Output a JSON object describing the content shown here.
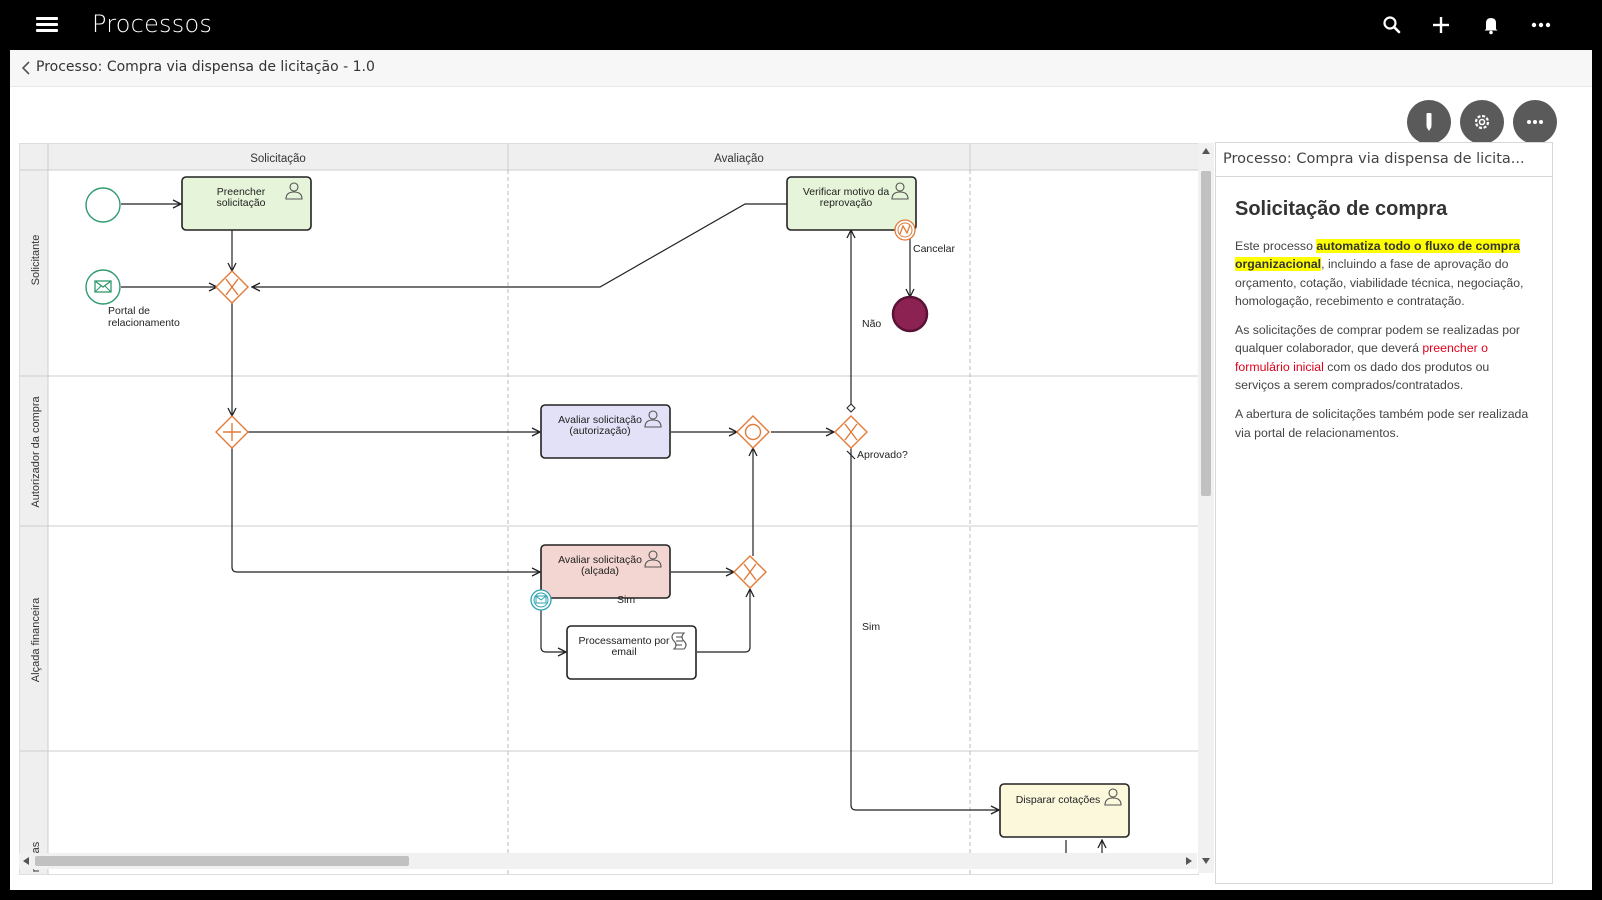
{
  "app": {
    "title": "Processos"
  },
  "breadcrumb": {
    "text": "Processo: Compra via dispensa de licitação - 1.0"
  },
  "top_icons": [
    "menu-icon",
    "search-icon",
    "plus-icon",
    "bell-icon",
    "more-icon"
  ],
  "toolbar_buttons": [
    "pencil-icon",
    "gear-icon",
    "more-icon"
  ],
  "diagram": {
    "phases": [
      "Solicitação",
      "Avaliação"
    ],
    "lanes": [
      "Solicitante",
      "Autorizador da compra",
      "Alçada financeira",
      "mpras"
    ],
    "tasks": {
      "preencher": "Preencher solicitação",
      "verificar": "Verificar motivo da reprovação",
      "avaliar_aut": "Avaliar solicitação (autorização)",
      "avaliar_alcada": "Avaliar solicitação (alçada)",
      "processamento": "Processamento por email",
      "disparar": "Disparar cotações"
    },
    "labels": {
      "portal": "Portal de relacionamento",
      "cancelar": "Cancelar",
      "nao": "Não",
      "aprovado": "Aprovado?",
      "sim1": "Sim",
      "sim2": "Sim"
    },
    "colors": {
      "start": "#2e9a6e",
      "gateway": "#e07b39",
      "end": "#8b2252",
      "task_green": "#e6f4d9",
      "task_lavender": "#e3e1f7",
      "task_pink": "#f3d6d1",
      "task_yellow": "#fbf8dc"
    }
  },
  "side_panel": {
    "header": "Processo: Compra via dispensa de licita...",
    "title": "Solicitação de compra",
    "p1_pre": "Este processo ",
    "p1_hl": "automatiza todo o fluxo de compra organizacional",
    "p1_post": ", incluindo a fase de aprovação do orçamento, cotação, viabilidade técnica, negociação, homologação, recebimento e contratação.",
    "p2_pre": "As solicitações de comprar podem se realizadas por qualquer colaborador, que deverá ",
    "p2_red": "preencher o formulário inicial",
    "p2_post": " com os dado dos produtos ou serviços a serem comprados/contratados.",
    "p3": "A abertura de solicitações também pode ser realizada via portal de relacionamentos."
  }
}
